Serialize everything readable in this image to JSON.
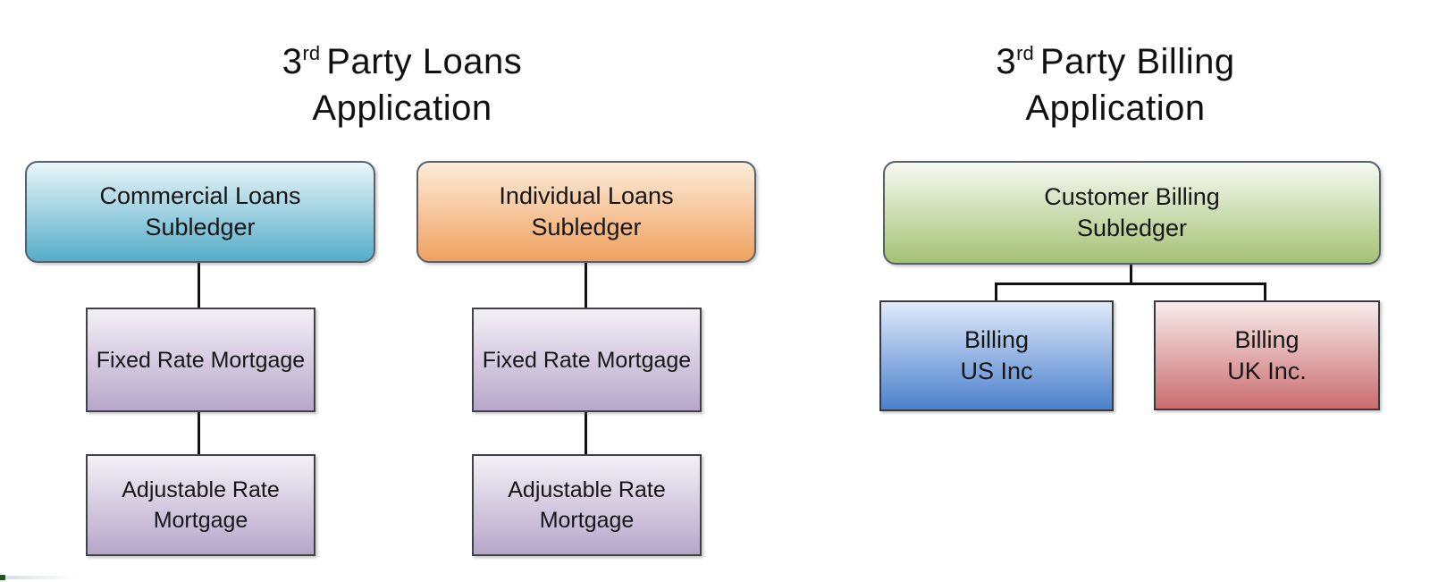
{
  "titles": {
    "loans": {
      "number": "3",
      "ordinal_suffix": "rd",
      "line1_rest": "Party Loans",
      "line2": "Application"
    },
    "billing": {
      "number": "3",
      "ordinal_suffix": "rd",
      "line1_rest": "Party Billing",
      "line2": "Application"
    }
  },
  "colors": {
    "connector": "#111111",
    "label_text": "#161616"
  },
  "nodes": {
    "commercial_subledger": {
      "line1": "Commercial Loans",
      "line2": "Subledger",
      "gradient_top": "#eaf6f9",
      "gradient_bottom": "#55adc9",
      "border": "#56616b"
    },
    "individual_subledger": {
      "line1": "Individual Loans",
      "line2": "Subledger",
      "gradient_top": "#fdecd9",
      "gradient_bottom": "#f0a160",
      "border": "#56616b"
    },
    "customer_billing_subledger": {
      "line1": "Customer Billing",
      "line2": "Subledger",
      "gradient_top": "#f7faf1",
      "gradient_bottom": "#a4c175",
      "border": "#56616b"
    },
    "fixed_rate_mortgage_commercial": {
      "line1": "Fixed Rate Mortgage",
      "gradient_top": "#f3f0f6",
      "gradient_bottom": "#b6a7ca",
      "border": "#414146"
    },
    "adjustable_rate_mortgage_commercial": {
      "line1": "Adjustable Rate",
      "line2": "Mortgage",
      "gradient_top": "#f3f0f6",
      "gradient_bottom": "#b6a7ca",
      "border": "#414146"
    },
    "fixed_rate_mortgage_individual": {
      "line1": "Fixed Rate Mortgage",
      "gradient_top": "#f3f0f6",
      "gradient_bottom": "#b6a7ca",
      "border": "#414146"
    },
    "adjustable_rate_mortgage_individual": {
      "line1": "Adjustable Rate",
      "line2": "Mortgage",
      "gradient_top": "#f3f0f6",
      "gradient_bottom": "#b6a7ca",
      "border": "#414146"
    },
    "billing_us": {
      "line1": "Billing",
      "line2": "US Inc",
      "gradient_top": "#e0eafa",
      "gradient_bottom": "#4b80cc",
      "border": "#3a3a3e"
    },
    "billing_uk": {
      "line1": "Billing",
      "line2": "UK Inc.",
      "gradient_top": "#f8eceb",
      "gradient_bottom": "#ca6c6e",
      "border": "#3a3a3e"
    }
  },
  "artifact": {
    "chip_color": "#23531f",
    "bar_color": "#cfdbe1"
  }
}
